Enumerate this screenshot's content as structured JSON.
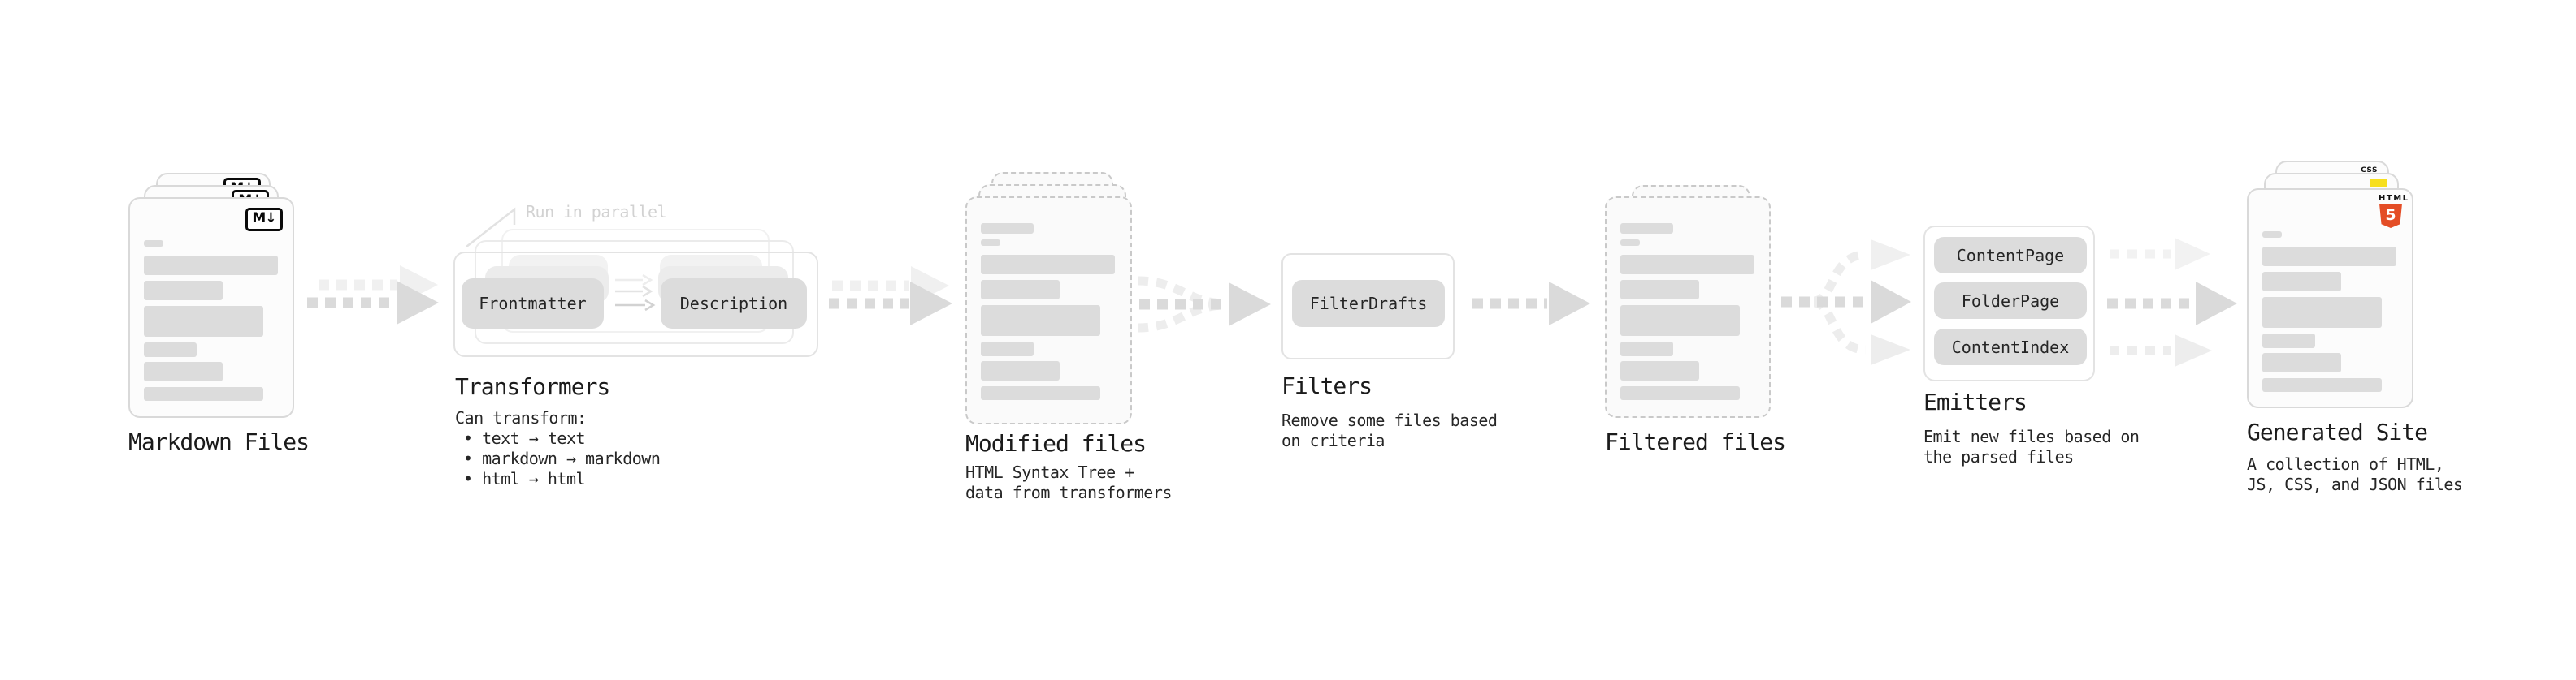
{
  "stages": {
    "markdown_files": {
      "title": "Markdown Files"
    },
    "transformers": {
      "callout": "Run in parallel",
      "pill_left": "Frontmatter",
      "pill_right": "Description",
      "title": "Transformers",
      "lines": [
        "Can transform:",
        "• text → text",
        "• markdown → markdown",
        "• html → html"
      ]
    },
    "modified_files": {
      "title": "Modified files",
      "lines": [
        "HTML Syntax Tree +",
        "data from transformers"
      ]
    },
    "filters": {
      "pill": "FilterDrafts",
      "title": "Filters",
      "lines": [
        "Remove some files based",
        "on criteria"
      ]
    },
    "filtered_files": {
      "title": "Filtered files"
    },
    "emitters": {
      "pills": [
        "ContentPage",
        "FolderPage",
        "ContentIndex"
      ],
      "title": "Emitters",
      "lines": [
        "Emit new files based on",
        "the parsed files"
      ]
    },
    "generated_site": {
      "title": "Generated Site",
      "lines": [
        "A collection of HTML,",
        "JS, CSS, and JSON files"
      ]
    }
  },
  "icons": {
    "markdown_badge": "M↓",
    "html5_word": "HTML",
    "html5_numeral": "5",
    "css_badge": "CSS"
  },
  "colors": {
    "html5_orange": "#e44d26",
    "js_yellow": "#f7df1e",
    "css_blue": "#2f6fe4",
    "pill_gray": "#dcdcdc",
    "placeholder_bar": "#dcdcdc",
    "arrow_gray": "#dadada",
    "arrow_faint": "#f0f0f0",
    "text_dark": "#1b1b1b",
    "muted_label": "#d2d2d2"
  }
}
